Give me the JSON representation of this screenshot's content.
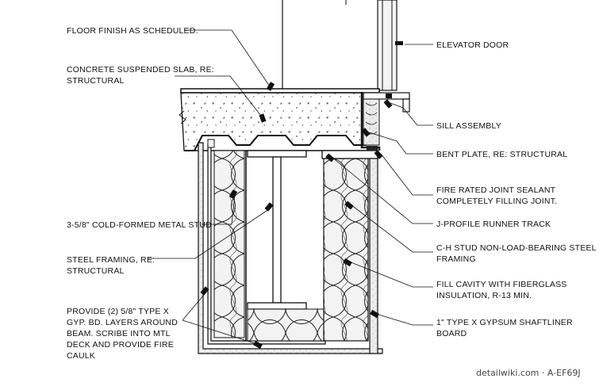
{
  "labels_left": {
    "floor_finish": "FLOOR FINISH AS SCHEDULED.",
    "slab": [
      "CONCRETE SUSPENDED SLAB, RE:",
      "STRUCTURAL"
    ],
    "metal_stud": "3-5/8\" COLD-FORMED METAL STUD",
    "steel_framing": [
      "STEEL FRAMING, RE:",
      "STRUCTURAL"
    ],
    "gyp_layers": [
      "PROVIDE (2) 5/8\" TYPE X",
      "GYP. BD. LAYERS AROUND",
      "BEAM. SCRIBE INTO MTL",
      "DECK AND PROVIDE FIRE",
      "CAULK"
    ]
  },
  "labels_right": {
    "elevator_door": "ELEVATOR DOOR",
    "sill_assembly": "SILL ASSEMBLY",
    "bent_plate": "BENT PLATE, RE: STRUCTURAL",
    "joint_sealant": [
      "FIRE RATED JOINT SEALANT",
      "COMPLETELY FILLING JOINT."
    ],
    "runner_track": "J-PROFILE RUNNER TRACK",
    "ch_stud": [
      "C-H STUD NON-LOAD-BEARING STEEL",
      "FRAMING"
    ],
    "insulation": [
      "FILL CAVITY WITH FIBERGLASS",
      "INSULATION, R-13  MIN."
    ],
    "shaftliner": [
      "1\" TYPE X GYPSUM SHAFTLINER",
      "BOARD"
    ]
  },
  "watermark": "detailwiki.com · A-EF69J"
}
